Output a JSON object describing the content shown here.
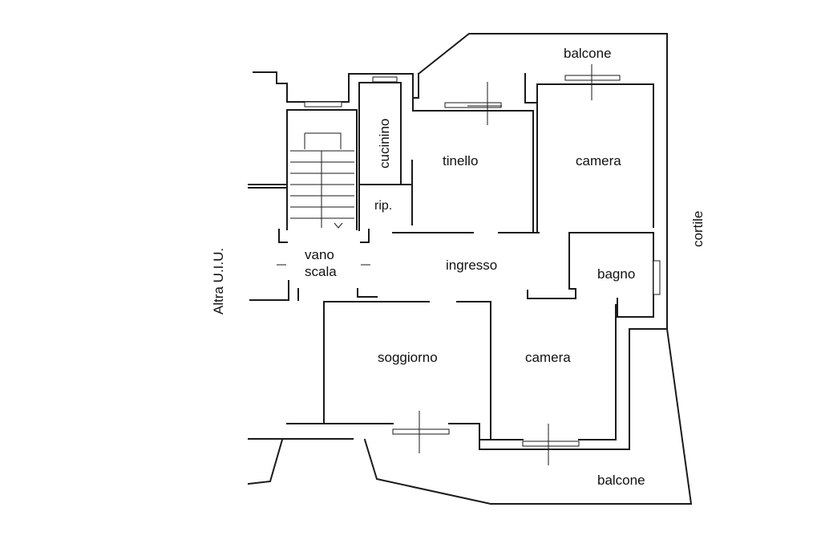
{
  "rooms": {
    "balcone_top": "balcone",
    "cucinino": "cucinino",
    "tinello": "tinello",
    "camera_top": "camera",
    "rip": "rip.",
    "cortile": "cortile",
    "vano": "vano",
    "scala": "scala",
    "ingresso": "ingresso",
    "bagno": "bagno",
    "altra_uiu": "Altra U.I.U.",
    "soggiorno": "soggiorno",
    "camera_bottom": "camera",
    "balcone_bottom": "balcone"
  },
  "colors": {
    "line": "#1a1a1a",
    "background": "#ffffff"
  }
}
